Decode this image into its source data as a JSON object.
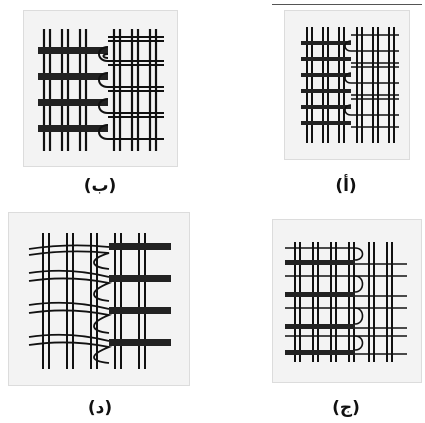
{
  "panels": [
    {
      "id": "b",
      "caption": "(ب)"
    },
    {
      "id": "a",
      "caption": "(أ)"
    },
    {
      "id": "d",
      "caption": "(د)"
    },
    {
      "id": "j",
      "caption": "(ج)"
    }
  ]
}
